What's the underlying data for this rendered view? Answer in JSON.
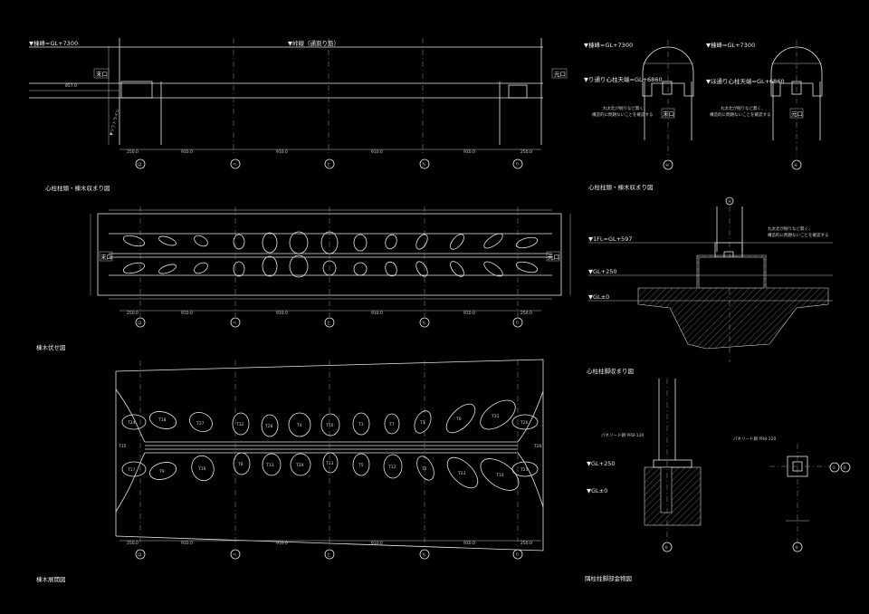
{
  "top_section": {
    "level_top": "▼棟峰=GL+7300",
    "center_line_label": "▼峠線（通割り筋）",
    "end_left": "末口",
    "end_right": "元口",
    "height_dim": "857.0",
    "lift_label": "▼リフトライン",
    "dims": [
      "250.0",
      "910.0",
      "910.0",
      "910.0",
      "910.0",
      "250.0"
    ],
    "caption": "心柱柱頭・棟木収まり図"
  },
  "grid_marks": [
    "ほ",
    "へ",
    "と",
    "ち",
    "り"
  ],
  "plan_section": {
    "end_left": "末口",
    "end_right": "元口",
    "dims": [
      "250.0",
      "910.0",
      "910.0",
      "910.0",
      "910.0",
      "250.0"
    ],
    "caption": "棟木伏せ図"
  },
  "layout_section": {
    "top_labels": [
      "T24",
      "T18",
      "T27",
      "T32",
      "T28",
      "T4",
      "T10",
      "T3",
      "T7",
      "T1",
      "T6",
      "T31",
      "T20"
    ],
    "mid_labels": [
      "T15",
      "T26"
    ],
    "bottom_labels": [
      "T17",
      "T9",
      "T16",
      "T8",
      "T33",
      "T29",
      "T13",
      "T5",
      "T12",
      "T2",
      "T23",
      "T14",
      "T25"
    ],
    "dims": [
      "250.0",
      "910.0",
      "910.0",
      "910.0",
      "910.0",
      "250.0"
    ],
    "caption": "棟木展開図"
  },
  "right_top": {
    "left": {
      "level_top": "▼棟峰=GL+7300",
      "level_mid": "▼り通り心柱天端=GL+6860",
      "note_line1": "丸太北が掘りなど無く、",
      "note_line2": "構造的に問題ないことを確認する",
      "box": "末口",
      "axis": "④"
    },
    "right": {
      "level_top": "▼棟峰=GL+7300",
      "level_mid": "▼ほ通り心柱天端=GL+6860",
      "note_line1": "丸太北が掘りなど無く、",
      "note_line2": "構造的に問題ないことを確認する",
      "box": "元口",
      "axis": "④"
    },
    "caption": "心柱柱頭・棟木収まり図"
  },
  "right_mid": {
    "axis": "④",
    "note_line1": "丸太北が掘りなど無く、",
    "note_line2": "構造的に問題ないことを確認する",
    "levels": [
      "▼1FL=GL+597",
      "▼GL+250",
      "▼GL±0"
    ],
    "caption": "心柱柱脚収まり図"
  },
  "right_bottom": {
    "left_note": "パネリード鋼 PR8-120",
    "left_levels": [
      "▼GL+250",
      "▼GL±0"
    ],
    "right_note": "パネリード鋼 PR8-120",
    "right_axes": [
      "①",
      "②"
    ],
    "axis": "⑥",
    "caption": "隅柱柱脚部金物図"
  },
  "colors": {
    "background": "#000000",
    "line": "#e8e8e8"
  }
}
